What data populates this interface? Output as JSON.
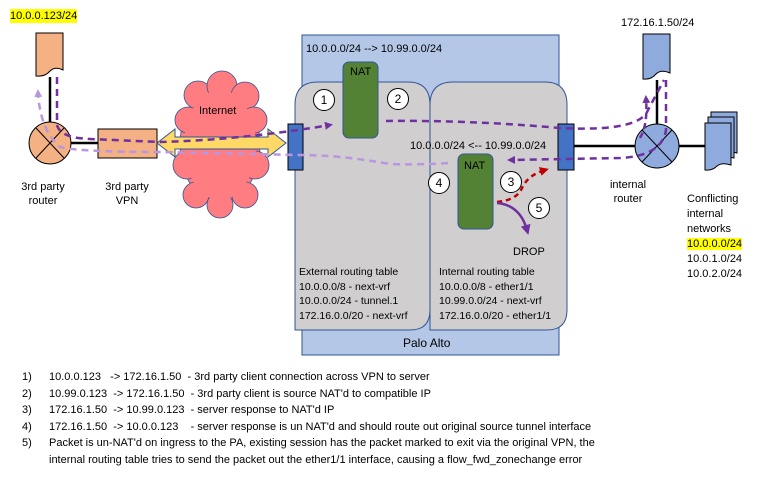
{
  "title": "Palo Alto NAT with conflicting networks - flow_fwd_zonechange",
  "client": {
    "ip": "10.0.0.123/24",
    "router_label": [
      "3rd party",
      "router"
    ],
    "vpn_label": [
      "3rd party",
      "VPN"
    ]
  },
  "internet": {
    "label": "Internet"
  },
  "palo_alto": {
    "label": "Palo Alto",
    "outbound_nat_rule": "10.0.0.0/24 --> 10.99.0.0/24",
    "inbound_nat_rule": "10.0.0.0/24 <-- 10.99.0.0/24",
    "nat_label": "NAT",
    "drop_label": "DROP",
    "external_routing_table": {
      "title": "External routing table",
      "routes": [
        "10.0.0.0/8 - next-vrf",
        "10.0.0.0/24 - tunnel.1",
        "172.16.0.0/20 - next-vrf"
      ]
    },
    "internal_routing_table": {
      "title": "Internal routing table",
      "routes": [
        "10.0.0.0/8 - ether1/1",
        "10.99.0.0/24 - next-vrf",
        "172.16.0.0/20 - ether1/1"
      ]
    },
    "step_markers": [
      "1",
      "2",
      "3",
      "4",
      "5"
    ]
  },
  "server": {
    "ip": "172.16.1.50/24"
  },
  "internal_router": {
    "label": [
      "internal",
      "router"
    ]
  },
  "conflicting_networks": {
    "label": [
      "Conflicting",
      "internal",
      "networks"
    ],
    "networks": [
      "10.0.0.0/24",
      "10.0.1.0/24",
      "10.0.2.0/24"
    ],
    "highlighted": "10.0.0.0/24"
  },
  "notes": [
    {
      "num": "1)",
      "text": "10.0.0.123   -> 172.16.1.50  - 3rd party client connection across VPN to server"
    },
    {
      "num": "2)",
      "text": "10.99.0.123  -> 172.16.1.50  - 3rd party client is source NAT'd to compatible IP"
    },
    {
      "num": "3)",
      "text": "172.16.1.50  -> 10.99.0.123  - server response to NAT'd IP"
    },
    {
      "num": "4)",
      "text": "172.16.1.50  -> 10.0.0.123    - server response is un NAT'd and should route out original source tunnel interface"
    },
    {
      "num": "5)",
      "text": "Packet is un-NAT'd on ingress to the PA, existing session has the packet marked to exit via the original VPN, the",
      "continuation": "internal routing table tries to send the packet out the ether1/1 interface, causing a flow_fwd_zonechange error"
    }
  ],
  "colors": {
    "client_orange": "#f4b183",
    "internet_red": "#ff7c80",
    "palo_blue_bg": "#b4c7e7",
    "zone_grey": "#d0cece",
    "nat_green": "#548235",
    "interface_blue": "#4472c4",
    "server_blue": "#8faadc",
    "flow_dark_purple": "#7030a0",
    "flow_light_purple": "#b996e0",
    "tunnel_yellow": "#ffd966",
    "drop_red": "#c00000",
    "highlight_yellow": "#ffff00"
  }
}
